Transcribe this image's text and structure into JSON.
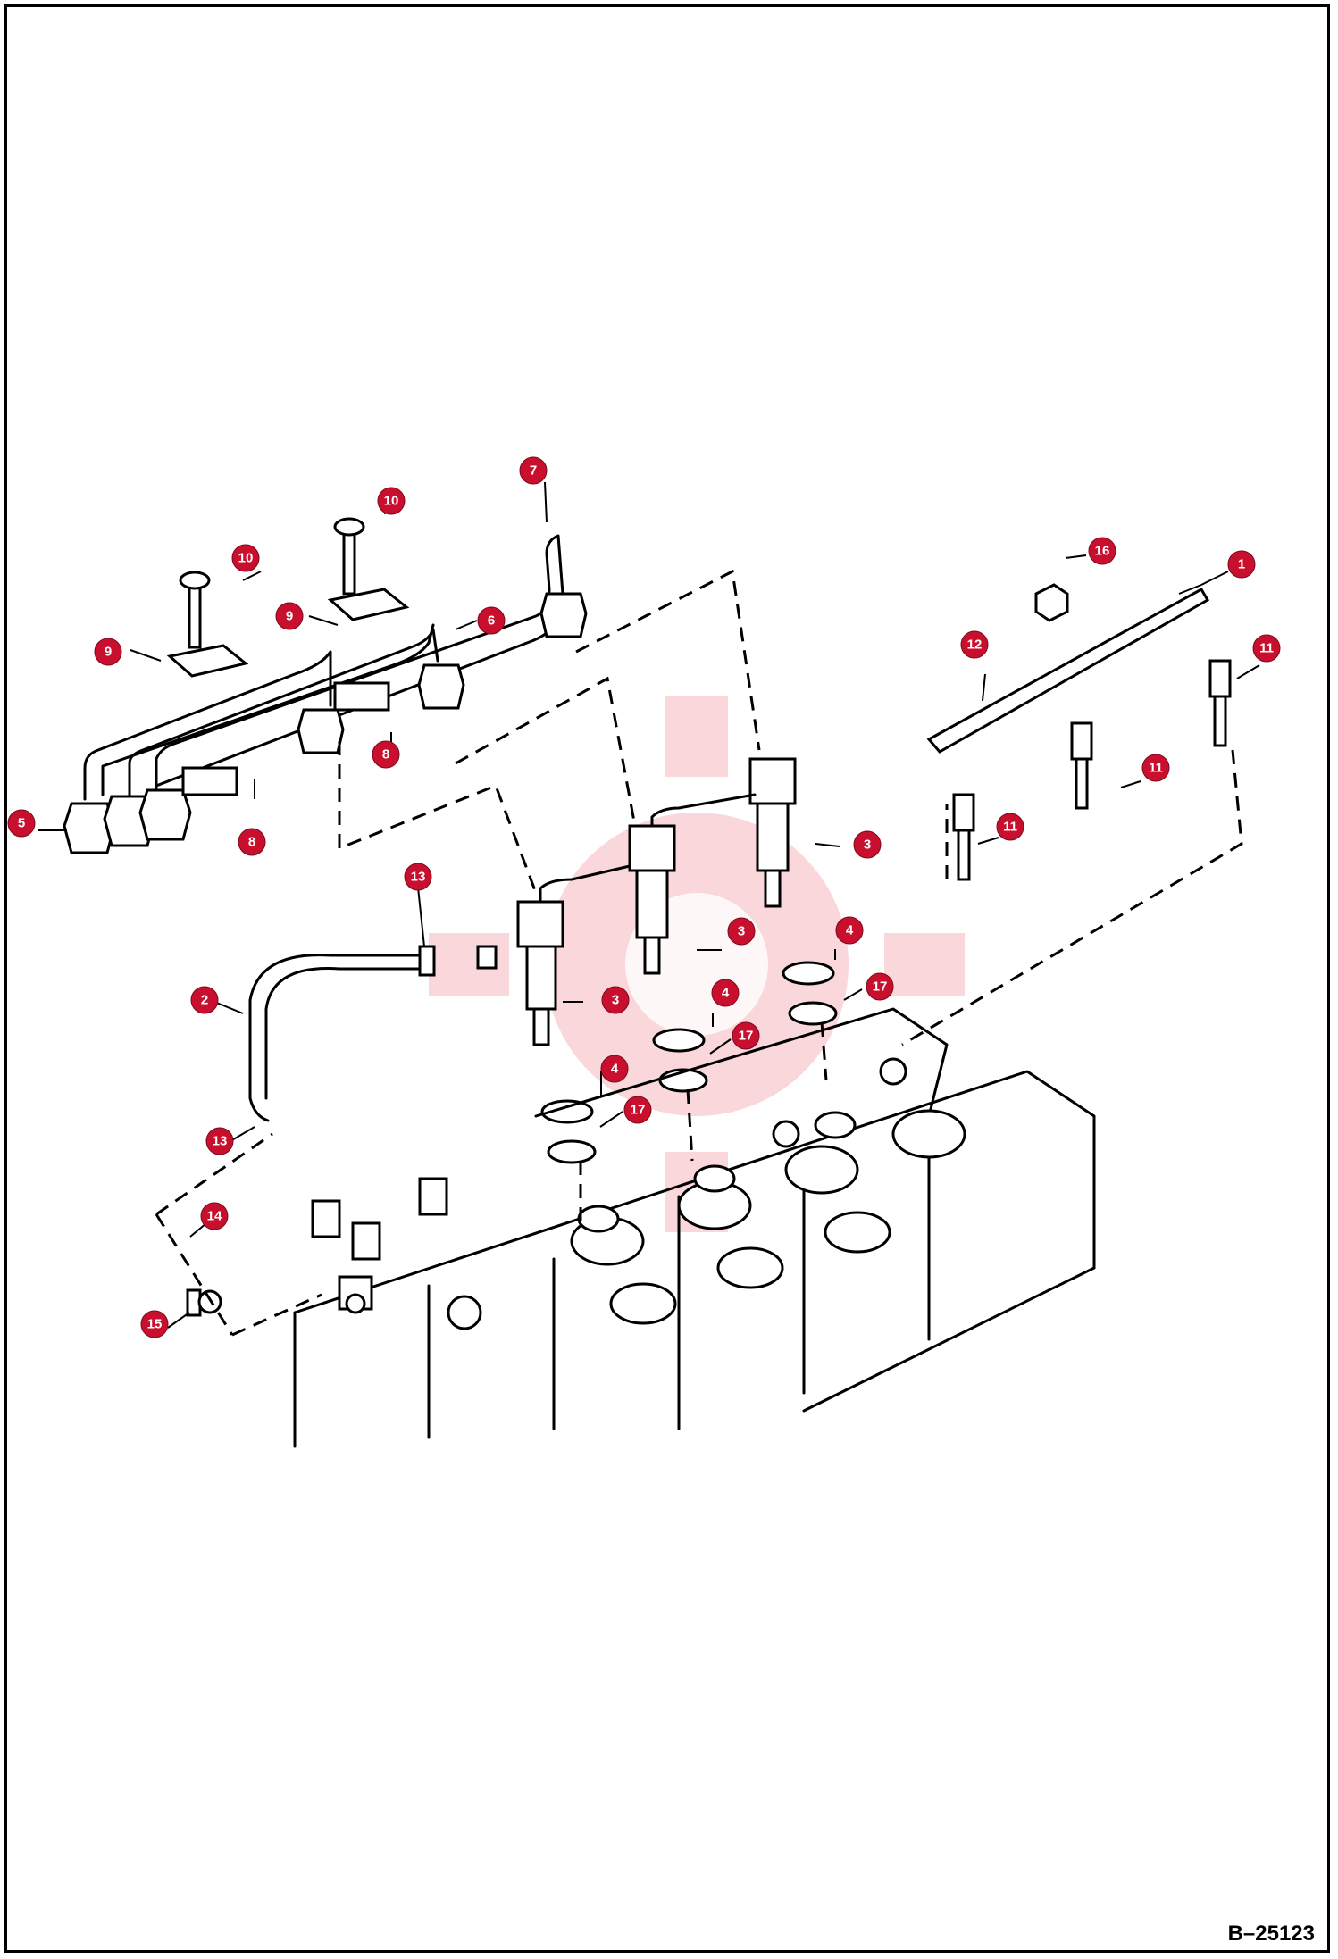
{
  "drawing_number": "B–25123",
  "callouts": [
    {
      "id": "callout-7",
      "label": "7"
    },
    {
      "id": "callout-10a",
      "label": "10"
    },
    {
      "id": "callout-10b",
      "label": "10"
    },
    {
      "id": "callout-9a",
      "label": "9"
    },
    {
      "id": "callout-9b",
      "label": "9"
    },
    {
      "id": "callout-6",
      "label": "6"
    },
    {
      "id": "callout-8a",
      "label": "8"
    },
    {
      "id": "callout-8b",
      "label": "8"
    },
    {
      "id": "callout-5",
      "label": "5"
    },
    {
      "id": "callout-16",
      "label": "16"
    },
    {
      "id": "callout-1",
      "label": "1"
    },
    {
      "id": "callout-12",
      "label": "12"
    },
    {
      "id": "callout-11a",
      "label": "11"
    },
    {
      "id": "callout-11b",
      "label": "11"
    },
    {
      "id": "callout-11c",
      "label": "11"
    },
    {
      "id": "callout-3a",
      "label": "3"
    },
    {
      "id": "callout-3b",
      "label": "3"
    },
    {
      "id": "callout-3c",
      "label": "3"
    },
    {
      "id": "callout-4a",
      "label": "4"
    },
    {
      "id": "callout-4b",
      "label": "4"
    },
    {
      "id": "callout-4c",
      "label": "4"
    },
    {
      "id": "callout-17a",
      "label": "17"
    },
    {
      "id": "callout-17b",
      "label": "17"
    },
    {
      "id": "callout-17c",
      "label": "17"
    },
    {
      "id": "callout-13a",
      "label": "13"
    },
    {
      "id": "callout-13b",
      "label": "13"
    },
    {
      "id": "callout-2",
      "label": "2"
    },
    {
      "id": "callout-14",
      "label": "14"
    },
    {
      "id": "callout-15",
      "label": "15"
    }
  ],
  "colors": {
    "callout": "#c8102e",
    "line": "#000000",
    "watermark": "#f2a7ad"
  }
}
